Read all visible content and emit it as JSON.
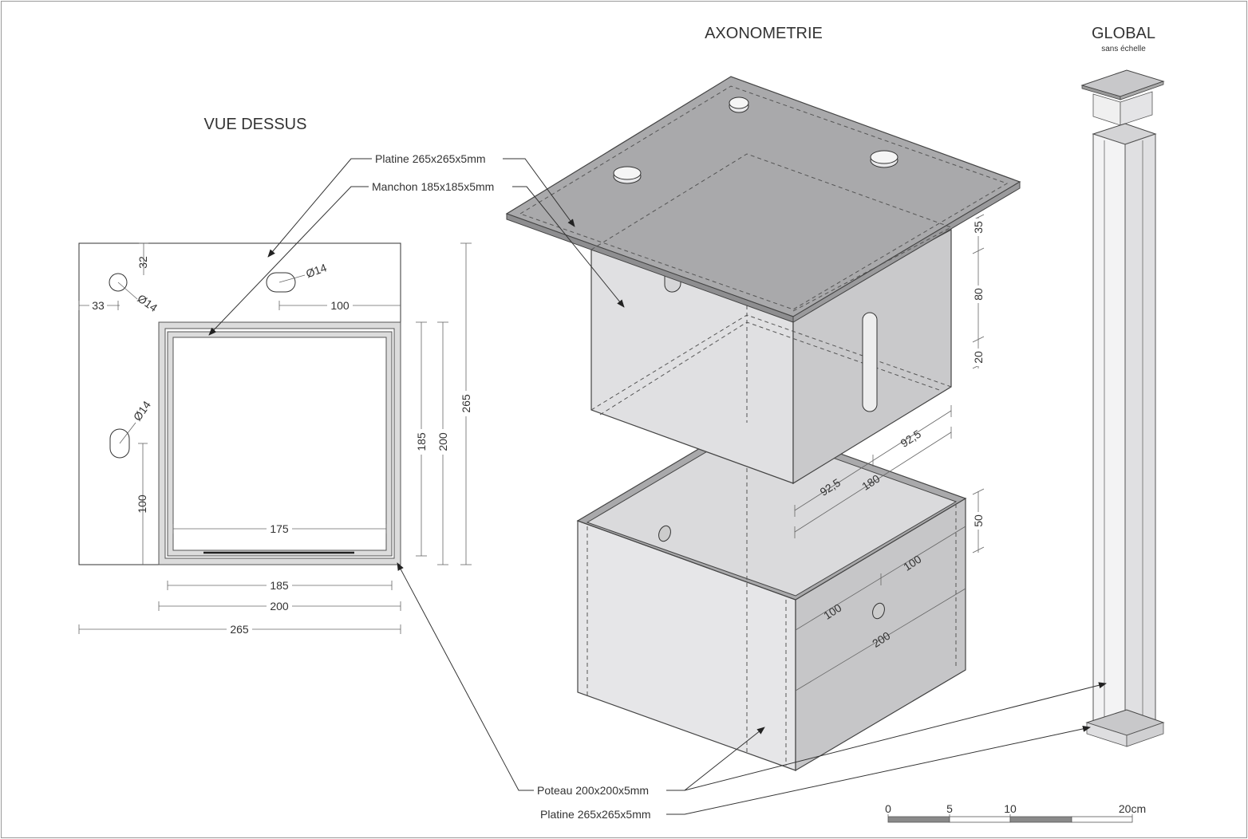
{
  "titles": {
    "top_view": "VUE DESSUS",
    "axonometry": "AXONOMETRIE",
    "global": "GLOBAL",
    "global_sub": "sans échelle"
  },
  "callouts": {
    "platine_top": "Platine 265x265x5mm",
    "manchon": "Manchon 185x185x5mm",
    "poteau": "Poteau 200x200x5mm",
    "platine_bottom": "Platine 265x265x5mm"
  },
  "top_view_dims": {
    "d32": "32",
    "d33": "33",
    "d100_top": "100",
    "d100_left": "100",
    "hole1": "Ø14",
    "hole2": "Ø14",
    "hole3": "Ø14",
    "d175": "175",
    "d185_h": "185",
    "d200_h": "200",
    "d265_h": "265",
    "d185_v": "185",
    "d200_v": "200",
    "d265_v": "265"
  },
  "axo_dims": {
    "d35": "35",
    "d80": "80",
    "d20": "20",
    "d92a": "92,5",
    "d92b": "92,5",
    "d180": "180",
    "d50": "50",
    "d100a": "100",
    "d100b": "100",
    "d200": "200"
  },
  "scale": {
    "labels": [
      "0",
      "5",
      "10",
      "20cm"
    ],
    "segment_colors": [
      "#8a8a8a",
      "#ffffff",
      "#8a8a8a",
      "#ffffff"
    ]
  },
  "colors": {
    "plate_fill": "#a9a9ab",
    "box_fill": "#cfcfd1",
    "box_face": "#e2e2e4",
    "frame_fill": "#dcdcdc"
  }
}
